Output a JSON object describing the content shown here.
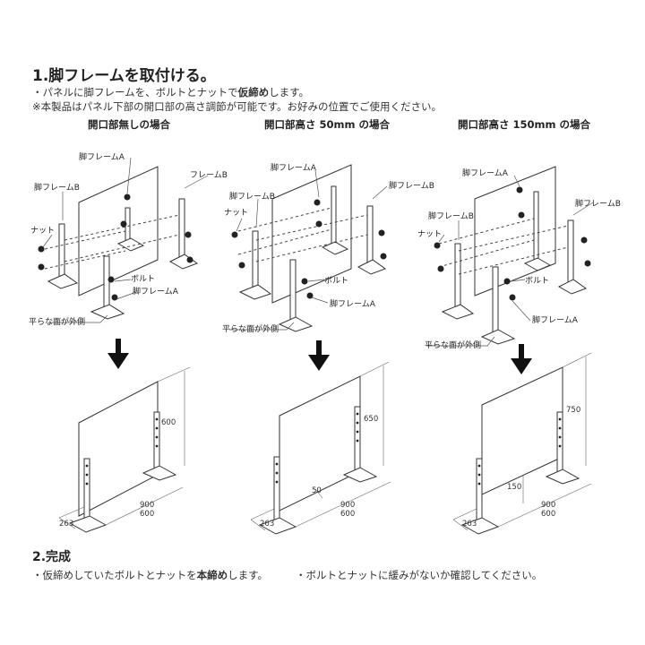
{
  "step1": {
    "title": "1.脚フレームを取付ける。",
    "line1_pre": "・パネルに脚フレームを、ボルトとナットで",
    "line1_bold": "仮締め",
    "line1_post": "します。",
    "line2": "※本製品はパネル下部の開口部の高さ調節が可能です。お好みの位置でご使用ください。"
  },
  "columns": [
    {
      "heading": "開口部無しの場合",
      "labels": {
        "leg_a_top": "脚フレームA",
        "frame_b_right": "フレームB",
        "leg_b_left": "脚フレームB",
        "nut": "ナット",
        "bolt": "ボルト",
        "leg_a_bottom": "脚フレームA",
        "flat_side": "平らな面が外側"
      },
      "dims": {
        "height": "600",
        "width1": "900",
        "width2": "600",
        "depth": "263"
      }
    },
    {
      "heading": "開口部高さ 50mm の場合",
      "labels": {
        "leg_a_top": "脚フレームA",
        "frame_b_right": "脚フレームB",
        "leg_b_left": "脚フレームB",
        "nut": "ナット",
        "bolt": "ボルト",
        "leg_a_bottom": "脚フレームA",
        "flat_side": "平らな面が外側"
      },
      "dims": {
        "height": "650",
        "opening": "50",
        "width1": "900",
        "width2": "600",
        "depth": "263"
      }
    },
    {
      "heading": "開口部高さ 150mm の場合",
      "labels": {
        "leg_a_top": "脚フレームA",
        "frame_b_right": "脚フレームB",
        "leg_b_left": "脚フレームB",
        "nut": "ナット",
        "bolt": "ボルト",
        "leg_a_bottom": "脚フレームA",
        "flat_side": "平らな面が外側"
      },
      "dims": {
        "height": "750",
        "opening": "150",
        "width1": "900",
        "width2": "600",
        "depth": "263"
      }
    }
  ],
  "step2": {
    "title": "2.完成",
    "line1_pre": "・仮締めしていたボルトとナットを",
    "line1_bold": "本締め",
    "line1_post": "します。",
    "line2": "・ボルトとナットに緩みがないか確認してください。"
  }
}
